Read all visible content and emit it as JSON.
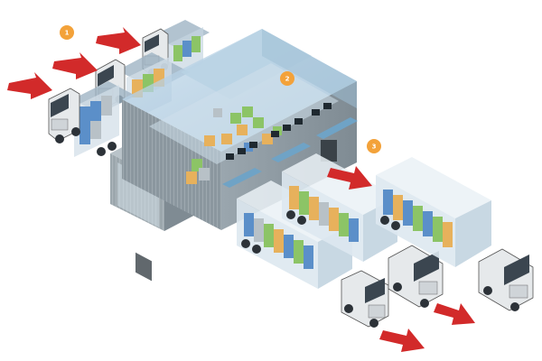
{
  "steps": [
    {
      "label": "1",
      "name": "inbound-trucks"
    },
    {
      "label": "2",
      "name": "cross-dock-warehouse"
    },
    {
      "label": "3",
      "name": "outbound-trucks"
    }
  ],
  "colors": {
    "badge": "#f3a23a",
    "arrow": "#d22a2a",
    "building_glass": "#a9c8dd",
    "building_wall": "#8e9aa3",
    "trailer_glass": "#d7e6ef",
    "truck_cab": "#dfe3e6",
    "box_green": "#8cc466",
    "box_blue": "#5b8fc9",
    "box_orange": "#e7b15c",
    "box_grey": "#b8c1c7"
  },
  "icons": {
    "arrow": "red-direction-arrow-icon",
    "truck": "semi-truck-icon",
    "building": "warehouse-icon",
    "cargo": "cargo-box-icon"
  }
}
